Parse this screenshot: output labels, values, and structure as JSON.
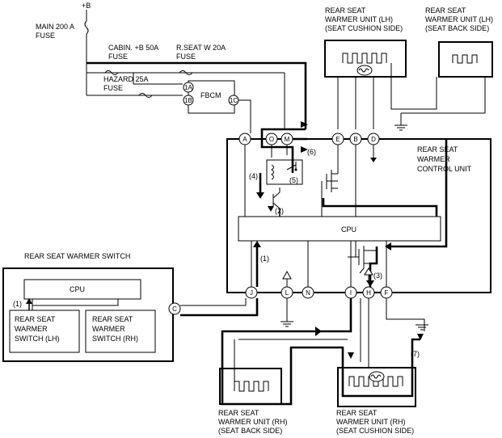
{
  "power": {
    "battery_label": "+B",
    "main_fuse_line1": "MAIN 200 A",
    "main_fuse_line2": "FUSE",
    "cabin_fuse_line1": "CABIN. +B 50A",
    "cabin_fuse_line2": "FUSE",
    "rseat_fuse_line1": "R.SEAT W 20A",
    "rseat_fuse_line2": "FUSE",
    "hazard_fuse_line1": "HAZARD 25A",
    "hazard_fuse_line2": "FUSE"
  },
  "fbcm": {
    "label": "FBCM",
    "pin_1a": "1A",
    "pin_1b": "1B",
    "pin_1c": "1C"
  },
  "control_unit": {
    "line1": "REAR SEAT",
    "line2": "WARMER",
    "line3": "CONTROL UNIT",
    "cpu_label": "CPU",
    "pins": {
      "a": "A",
      "o": "O",
      "m": "M",
      "e": "E",
      "b": "B",
      "d": "D",
      "j": "J",
      "l": "L",
      "n": "N",
      "i": "I",
      "h": "H",
      "f": "F"
    }
  },
  "switch_unit": {
    "title": "REAR SEAT WARMER SWITCH",
    "cpu_label": "CPU",
    "connector_c": "C",
    "lh_line1": "REAR SEAT",
    "lh_line2": "WARMER",
    "lh_line3": "SWITCH (LH)",
    "rh_line1": "REAR SEAT",
    "rh_line2": "WARMER",
    "rh_line3": "SWITCH (RH)"
  },
  "warmer_units": {
    "lh_cushion": {
      "line1": "REAR SEAT",
      "line2": "WARMER UNIT (LH)",
      "line3": "(SEAT CUSHION SIDE)"
    },
    "lh_back": {
      "line1": "REAR SEAT",
      "line2": "WARMER UNIT (LH)",
      "line3": "(SEAT BACK SIDE)"
    },
    "rh_back": {
      "line1": "REAR SEAT",
      "line2": "WARMER UNIT (RH)",
      "line3": "(SEAT BACK SIDE)"
    },
    "rh_cushion": {
      "line1": "REAR SEAT",
      "line2": "WARMER UNIT (RH)",
      "line3": "(SEAT CUSHION SIDE)"
    }
  },
  "callouts": {
    "step1_switch": "(1)",
    "step1_cpu": "(1)",
    "step2": "(2)",
    "step3": "(3)",
    "step4": "(4)",
    "step5": "(5)",
    "step6": "(6)",
    "step7": "(7)"
  }
}
